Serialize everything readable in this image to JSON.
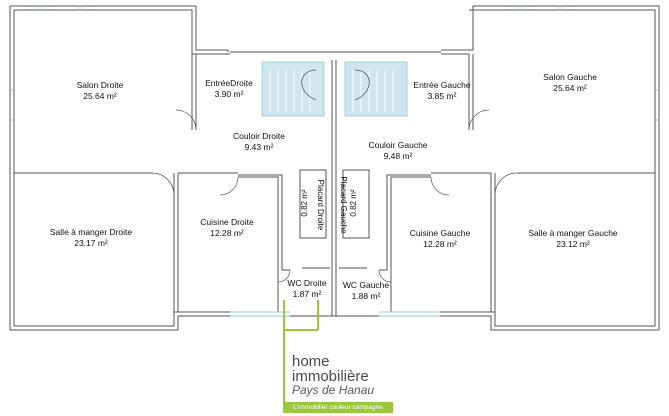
{
  "plan": {
    "rooms": [
      {
        "id": "salon-droite",
        "name": "Salon Droite",
        "area": "25.64 m²"
      },
      {
        "id": "entree-droite",
        "name": "EntréeDroite",
        "area": "3.90 m²"
      },
      {
        "id": "entree-gauche",
        "name": "Entrée Gauche",
        "area": "3.85 m²"
      },
      {
        "id": "salon-gauche",
        "name": "Salon Gauche",
        "area": "25.64 m²"
      },
      {
        "id": "couloir-droite",
        "name": "Couloir Droite",
        "area": "9.43 m²"
      },
      {
        "id": "couloir-gauche",
        "name": "Couloir Gauche",
        "area": "9.48 m²"
      },
      {
        "id": "salle-manger-droite",
        "name": "Salle à manger Droite",
        "area": "23.17 m²"
      },
      {
        "id": "cuisine-droite",
        "name": "Cuisine Droite",
        "area": "12.28 m²"
      },
      {
        "id": "cuisine-gauche",
        "name": "Cuisine Gauche",
        "area": "12.28 m²"
      },
      {
        "id": "salle-manger-gauche",
        "name": "Salle à manger Gauche",
        "area": "23.12 m²"
      },
      {
        "id": "wc-droite",
        "name": "WC Droite",
        "area": "1.87 m²"
      },
      {
        "id": "wc-gauche",
        "name": "WC Gauche",
        "area": "1.88 m²"
      }
    ],
    "closets": [
      {
        "id": "placard-droite",
        "name": "Placard Droite",
        "area": "0.82 m²"
      },
      {
        "id": "placard-gauche",
        "name": "Placard Gauche",
        "area": "0.82 m²"
      }
    ]
  },
  "logo": {
    "line1": "home",
    "line2": "immobilière",
    "line3": "Pays de Hanau",
    "tagline": "L'immobilier couleur campagne"
  },
  "colors": {
    "wall": "#555555",
    "window": "#8fc9d6",
    "stair": "#cfe6ee",
    "brand_green": "#9bc73c"
  }
}
